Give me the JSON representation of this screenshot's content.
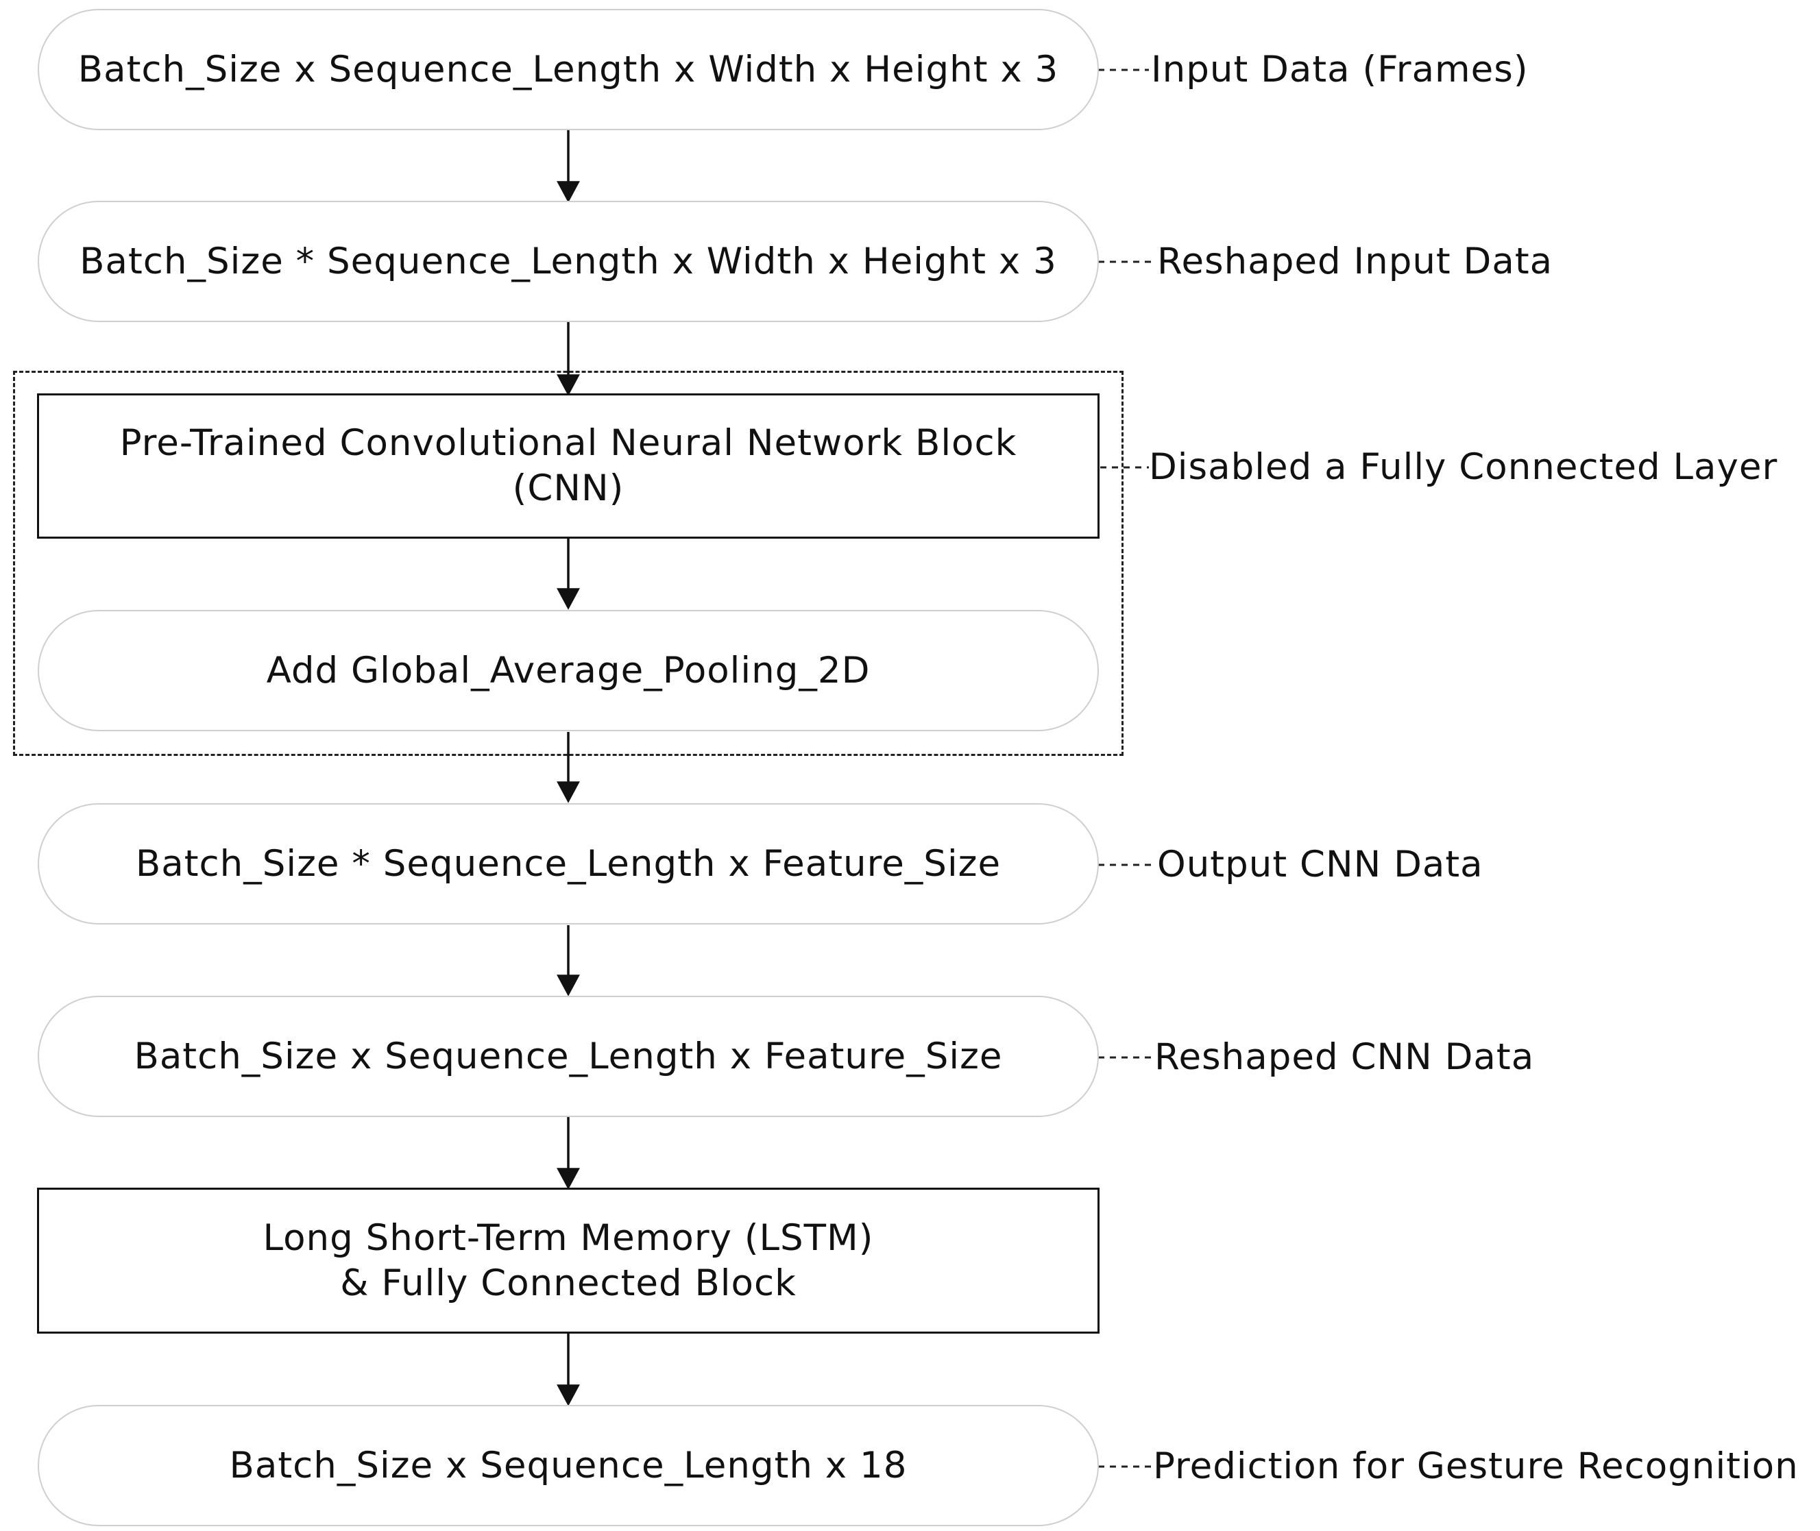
{
  "nodes": {
    "input": {
      "text": "Batch_Size x Sequence_Length x Width x Height x 3",
      "note": "Input Data (Frames)"
    },
    "reshape": {
      "text": "Batch_Size * Sequence_Length x Width x Height x 3",
      "note": "Reshaped Input Data"
    },
    "cnn": {
      "line1": "Pre-Trained Convolutional Neural Network Block",
      "line2": "(CNN)"
    },
    "gap": {
      "text": "Add Global_Average_Pooling_2D"
    },
    "cnn_group": {
      "note": "Disabled a Fully Connected Layer"
    },
    "cnn_out": {
      "text": "Batch_Size * Sequence_Length x Feature_Size",
      "note": "Output CNN Data"
    },
    "cnn_reshape": {
      "text": "Batch_Size x Sequence_Length x Feature_Size",
      "note": "Reshaped CNN Data"
    },
    "lstm": {
      "line1": "Long Short-Term Memory (LSTM)",
      "line2": "& Fully Connected Block"
    },
    "output": {
      "text": "Batch_Size x Sequence_Length x 18",
      "note": "Prediction for Gesture Recognition"
    }
  }
}
